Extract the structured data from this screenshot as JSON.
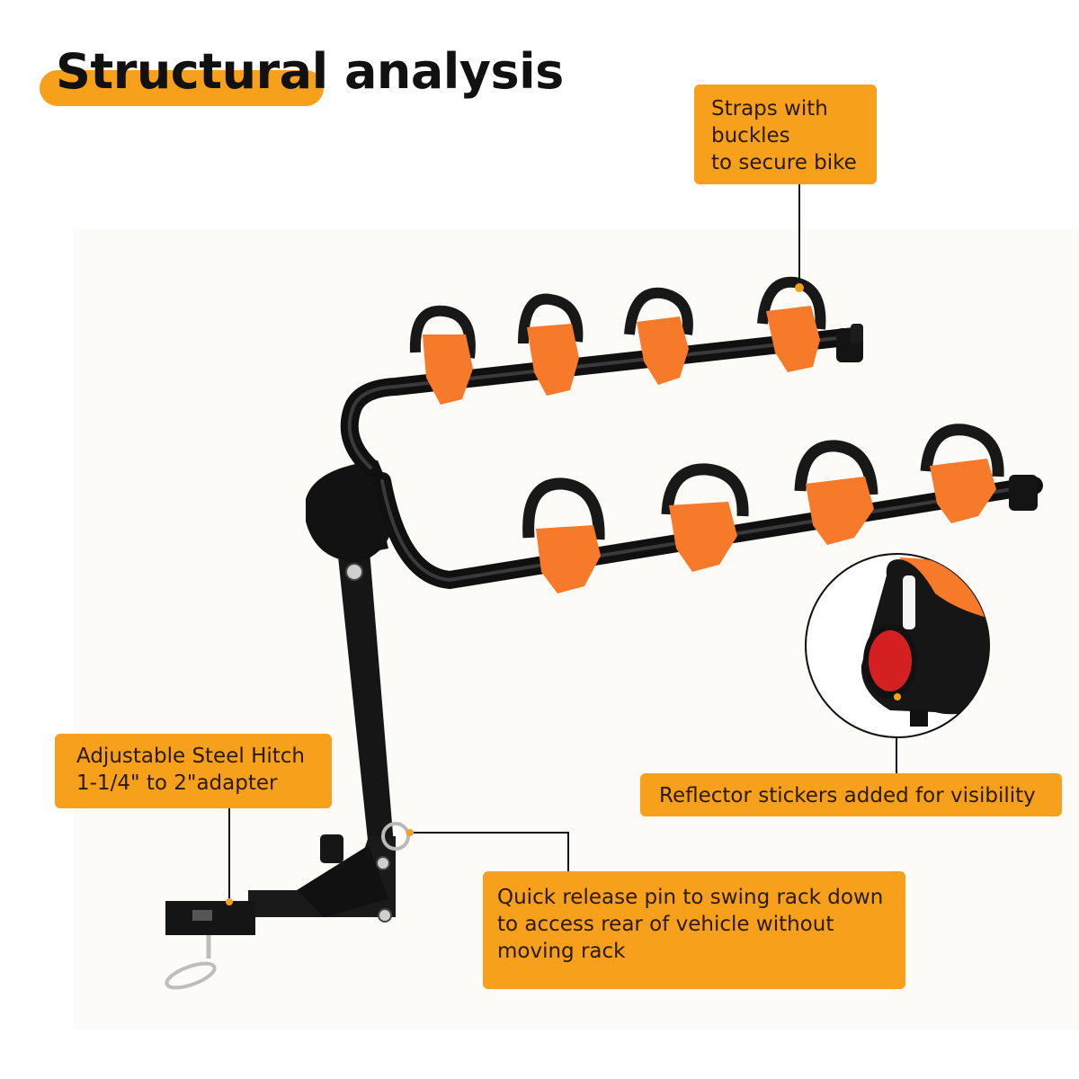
{
  "title": {
    "highlighted": "Structural",
    "rest": "analysis"
  },
  "callouts": {
    "straps": "Straps with\nbuckles\nto secure bike",
    "hitch": "Adjustable Steel Hitch\n1-1/4\" to 2\"adapter",
    "reflector": "Reflector stickers added for visibility",
    "pin": "Quick release pin to swing rack down\nto access rear of vehicle without\nmoving rack"
  },
  "colors": {
    "accent": "#f7a01c",
    "cradle_orange": "#f77a2a",
    "frame_black": "#141414",
    "reflector_red": "#d42020"
  },
  "icons": [
    "bike-rack-illustration",
    "reflector-detail-icon"
  ]
}
